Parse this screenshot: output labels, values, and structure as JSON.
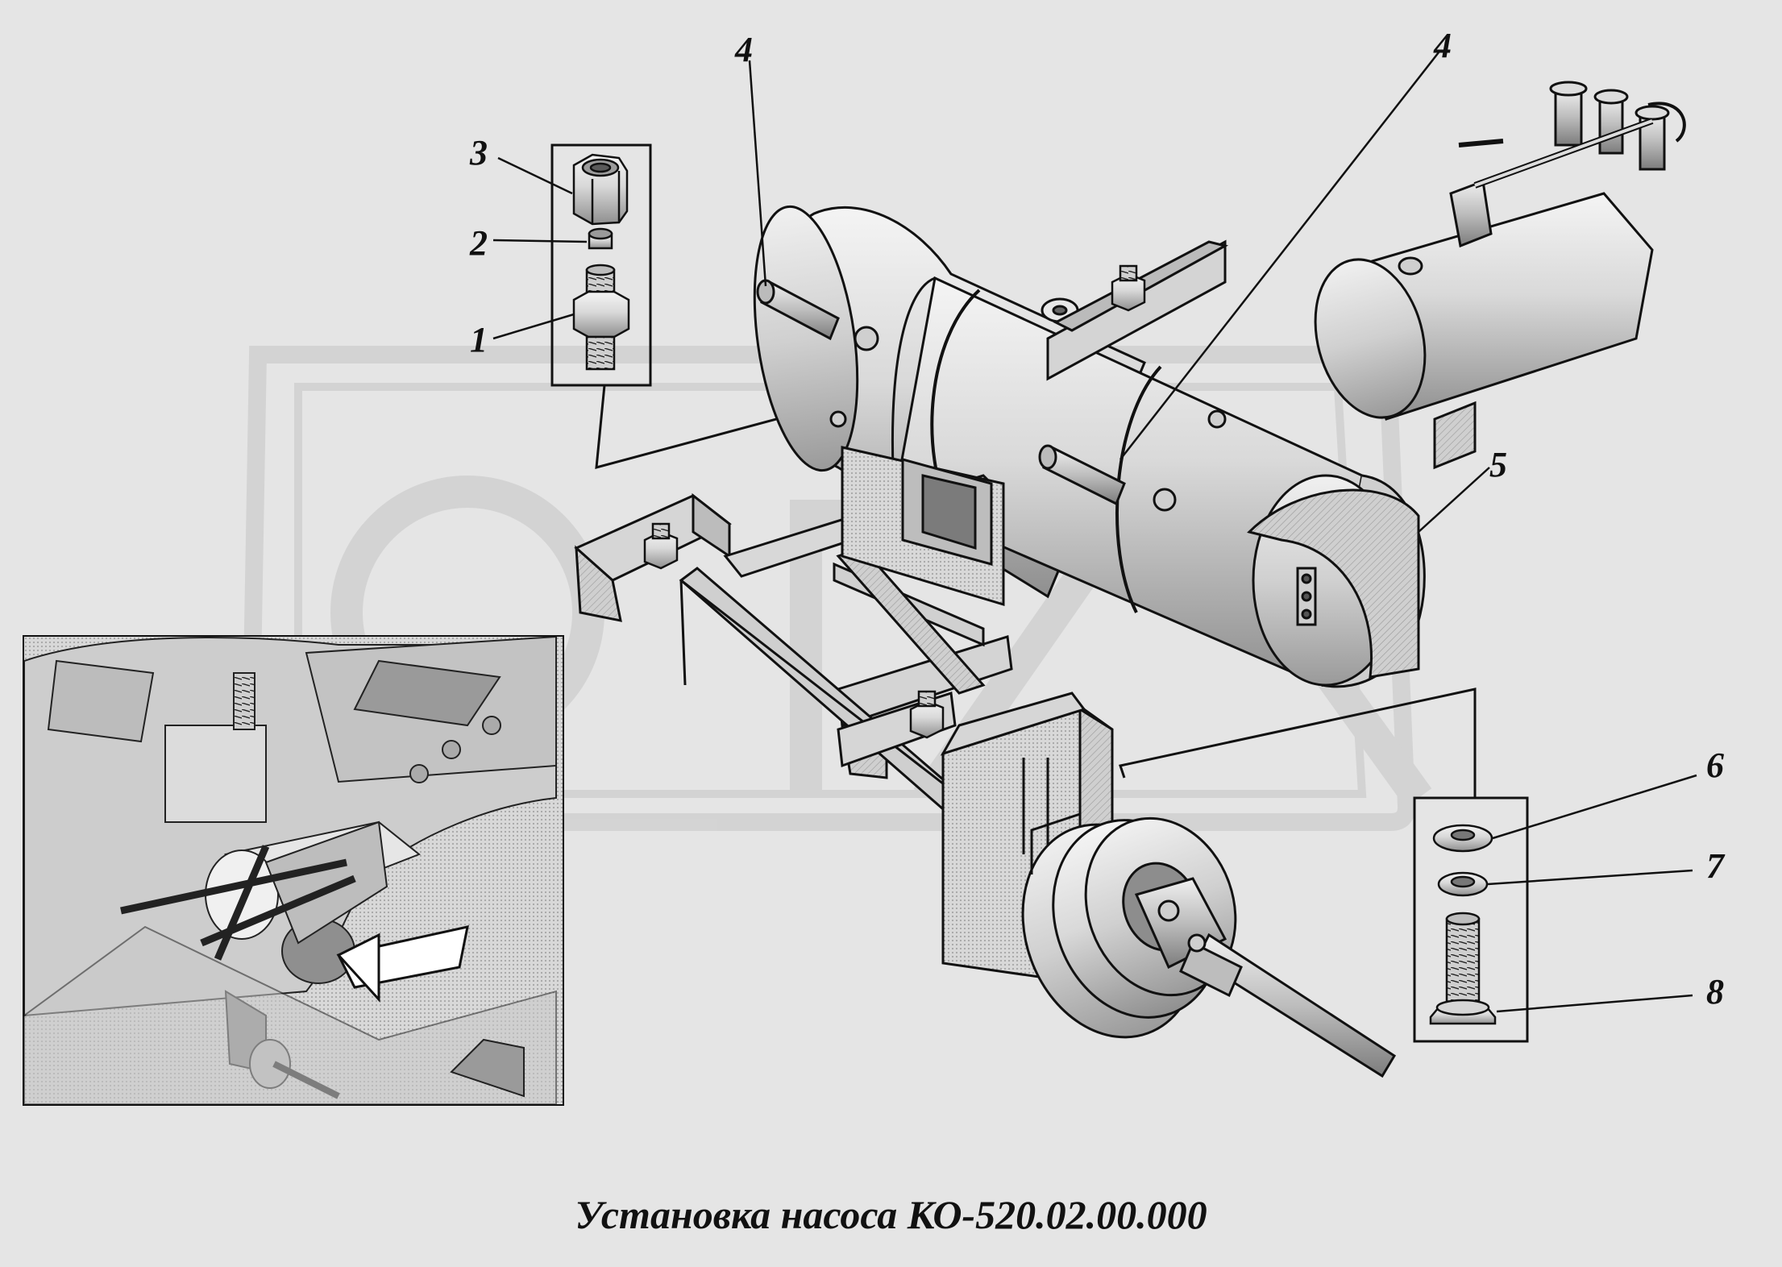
{
  "caption": "Установка насоса КО-520.02.00.000",
  "callouts": {
    "c1": "1",
    "c2": "2",
    "c3": "3",
    "c4a": "4",
    "c4b": "4",
    "c5": "5",
    "c6": "6",
    "c7": "7",
    "c8": "8"
  },
  "colors": {
    "background": "#e5e5e5",
    "line": "#111111",
    "watermark": "#d3d3d3"
  }
}
